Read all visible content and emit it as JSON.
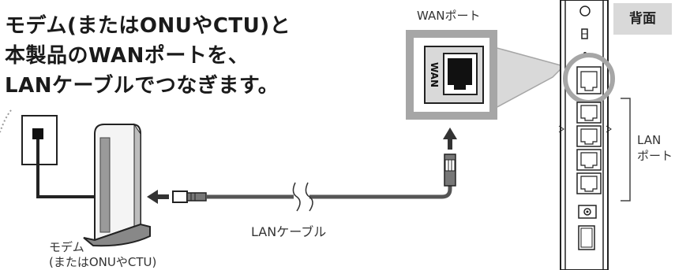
{
  "heading": {
    "line1": "モデム(またはONUやCTU)と",
    "line2": "本製品のWANポートを、",
    "line3": "LANケーブルでつなぎます。"
  },
  "wan_callout": {
    "title": "WANポート",
    "port_text": "WAN"
  },
  "cable": {
    "label": "LANケーブル"
  },
  "modem": {
    "label_line1": "モデム",
    "label_line2": "(またはONUやCTU)"
  },
  "router": {
    "back_label": "背面",
    "lan_label_line1": "LAN",
    "lan_label_line2": "ポート"
  },
  "colors": {
    "cable": "#555555",
    "highlight_gray": "#a6a6a6",
    "panel_gray": "#d9d9d9",
    "arrow": "#333333"
  }
}
